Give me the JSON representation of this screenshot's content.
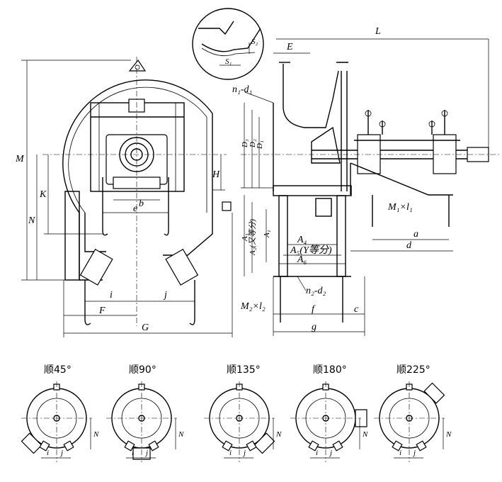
{
  "front_view_labels": {
    "M": "M",
    "N": "N",
    "K": "K",
    "H": "H",
    "e": "e",
    "b": "b",
    "i": "i",
    "j": "j",
    "F": "F",
    "G": "G"
  },
  "side_view_labels": {
    "L": "L",
    "E": "E",
    "n1d1": "n₁-d₁",
    "D3": "D₃",
    "D2": "D₂",
    "D1": "D₁",
    "M1l1": "M₁×l₁",
    "a": "a",
    "d": "d",
    "A3": "A₃",
    "A2": "A₂(又等分)",
    "A1": "A₁",
    "A4": "A₄",
    "A5": "A₅(Y等分)",
    "A6": "A₆",
    "n2d2": "n₂-d₂",
    "M2l2": "M₂×l₂",
    "f": "f",
    "c": "c",
    "g": "g"
  },
  "detail_labels": {
    "S1": "S₁",
    "S2": "S₂"
  },
  "rotations": [
    {
      "label": "顺45°",
      "i": "i",
      "j": "j",
      "N": "N"
    },
    {
      "label": "顺90°",
      "i": "i",
      "j": "j",
      "N": "N"
    },
    {
      "label": "顺135°",
      "i": "i",
      "j": "j",
      "N": "N"
    },
    {
      "label": "顺180°",
      "i": "i",
      "j": "j",
      "N": "N"
    },
    {
      "label": "顺225°",
      "i": "i",
      "j": "j",
      "N": "N"
    }
  ]
}
